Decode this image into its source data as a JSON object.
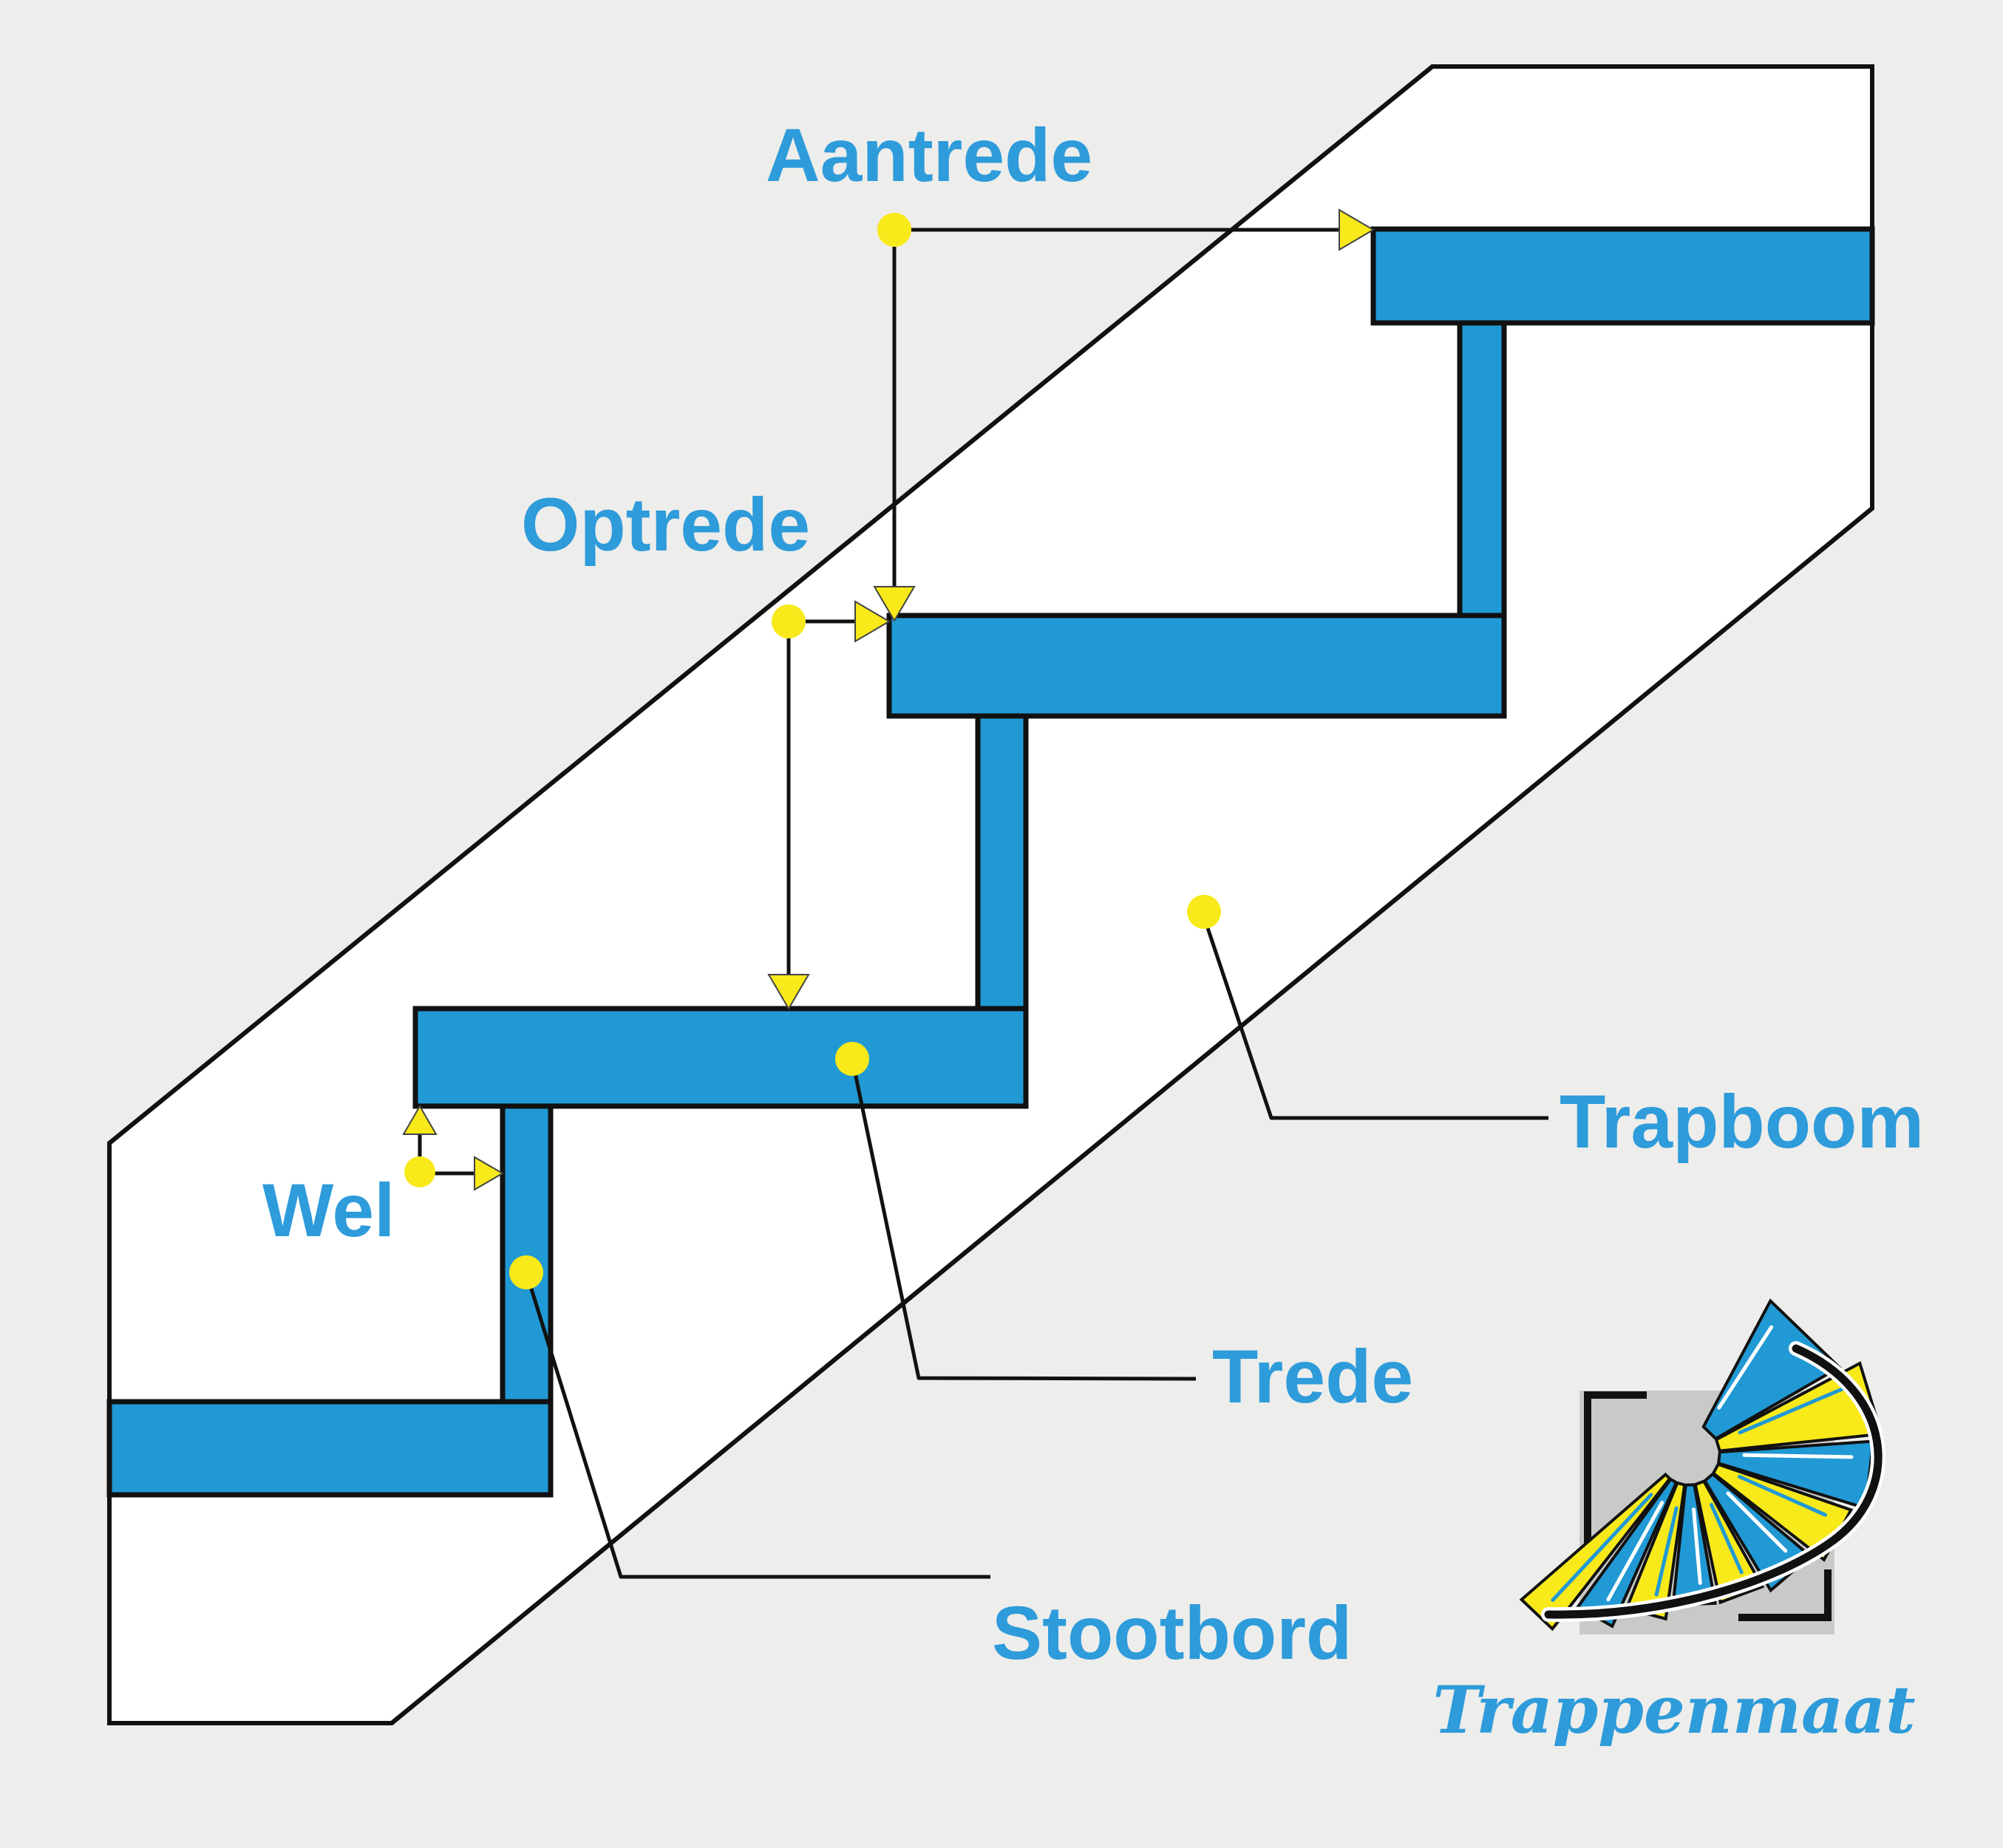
{
  "diagram": {
    "title_context": "stair-terminology-diagram",
    "labels": {
      "aantrede": "Aantrede",
      "optrede": "Optrede",
      "wel": "Wel",
      "trede": "Trede",
      "trapboom": "Trapboom",
      "stootbord": "Stootbord"
    }
  },
  "logo": {
    "brand": "Trappenmaat"
  },
  "colors": {
    "background": "#EDEDEB",
    "step_blue": "#2199D4",
    "label_blue": "#2E9BDA",
    "marker_yellow": "#F8E91A",
    "outline_black": "#111111",
    "band_white": "#FFFFFF",
    "logo_gray": "#C9C9C7"
  }
}
